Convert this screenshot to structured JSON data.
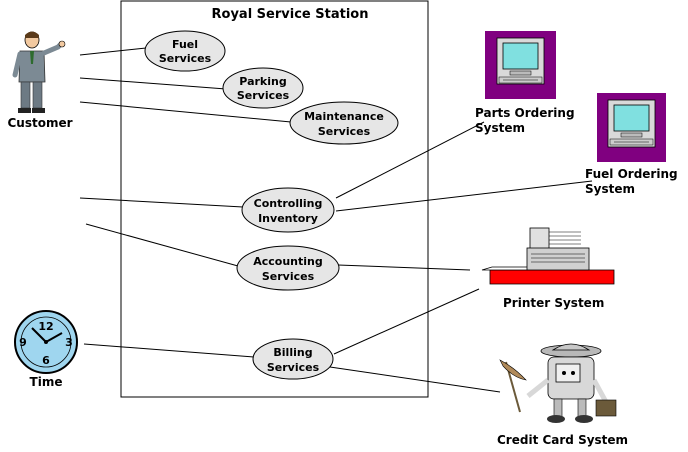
{
  "system": {
    "title": "Royal Service Station"
  },
  "use_cases": [
    {
      "id": "fuel",
      "line1": "Fuel",
      "line2": "Services"
    },
    {
      "id": "parking",
      "line1": "Parking",
      "line2": "Services"
    },
    {
      "id": "maintenance",
      "line1": "Maintenance",
      "line2": "Services"
    },
    {
      "id": "inventory",
      "line1": "Controlling",
      "line2": "Inventory"
    },
    {
      "id": "accounting",
      "line1": "Accounting",
      "line2": "Services"
    },
    {
      "id": "billing",
      "line1": "Billing",
      "line2": "Services"
    }
  ],
  "actors": {
    "customer": {
      "line1": "Customer"
    },
    "parts_ordering": {
      "line1": "Parts Ordering",
      "line2": "System"
    },
    "fuel_ordering": {
      "line1": "Fuel Ordering",
      "line2": "System"
    },
    "printer": {
      "line1": "Printer System"
    },
    "time": {
      "line1": "Time"
    },
    "credit_card": {
      "line1": "Credit Card System"
    }
  },
  "clock": {
    "n12": "12",
    "n3": "3",
    "n6": "6",
    "n9": "9"
  },
  "colors": {
    "ellipse_fill": "#e6e6e6",
    "monitor_frame": "#800080",
    "monitor_screen": "#80e0e0",
    "printer_base": "#ff0000",
    "clock_face": "#9fd6ef"
  },
  "icons": [
    "person-icon",
    "computer-icon",
    "printer-icon",
    "clock-icon",
    "credit-card-robot-icon"
  ]
}
